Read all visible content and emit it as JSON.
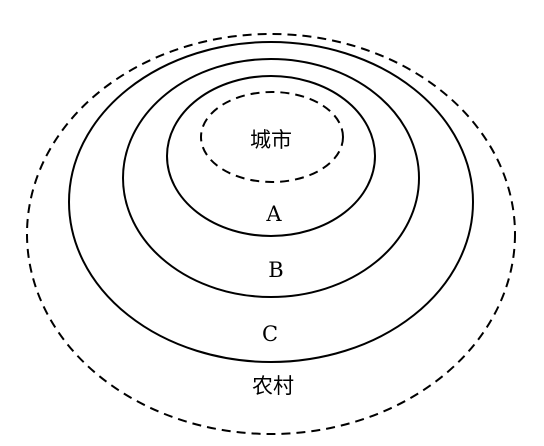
{
  "diagram": {
    "labels": {
      "city": "城市",
      "a": "A",
      "b": "B",
      "c": "C",
      "countryside": "农村"
    },
    "stroke_color": "#000000",
    "background_color": "#ffffff"
  }
}
